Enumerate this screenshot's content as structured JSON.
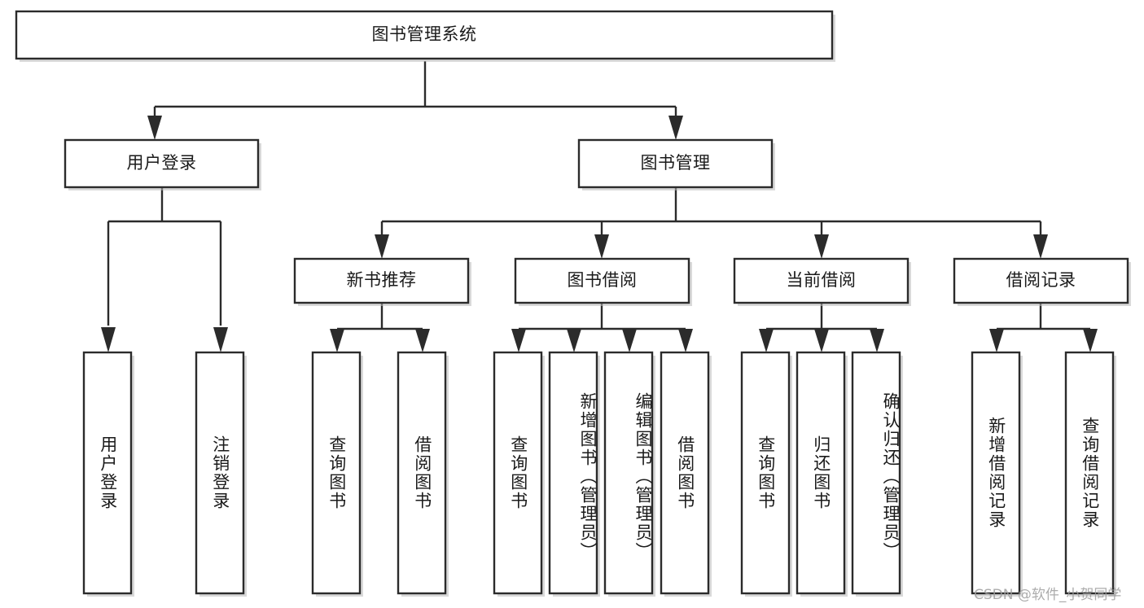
{
  "diagram": {
    "title": "图书管理系统",
    "type": "functional-structure-tree",
    "orientation": "top-down",
    "background_color": "#ffffff",
    "box_border_color": "#2b2b2b",
    "text_color": "#1a1a1a"
  },
  "nodes": {
    "root": {
      "label": "图书管理系统",
      "level": 0
    },
    "level1": [
      {
        "id": "user-login",
        "label": "用户登录"
      },
      {
        "id": "book-management",
        "label": "图书管理"
      }
    ],
    "level2": [
      {
        "id": "new-book-recommend",
        "label": "新书推荐"
      },
      {
        "id": "book-borrow",
        "label": "图书借阅"
      },
      {
        "id": "current-borrow",
        "label": "当前借阅"
      },
      {
        "id": "borrow-record",
        "label": "借阅记录"
      }
    ],
    "leaves": {
      "user-login": [
        {
          "id": "leaf-user-login",
          "label": "用户登录"
        },
        {
          "id": "leaf-logout-login",
          "label": "注销登录"
        }
      ],
      "new-book-recommend": [
        {
          "id": "leaf-query-book-1",
          "label": "查询图书"
        },
        {
          "id": "leaf-borrow-book-1",
          "label": "借阅图书"
        }
      ],
      "book-borrow": [
        {
          "id": "leaf-query-book-2",
          "label": "查询图书"
        },
        {
          "id": "leaf-add-book-admin",
          "label": "新增图书（管理员）"
        },
        {
          "id": "leaf-edit-book-admin",
          "label": "编辑图书（管理员）"
        },
        {
          "id": "leaf-borrow-book-2",
          "label": "借阅图书"
        }
      ],
      "current-borrow": [
        {
          "id": "leaf-query-book-3",
          "label": "查询图书"
        },
        {
          "id": "leaf-return-book",
          "label": "归还图书"
        },
        {
          "id": "leaf-confirm-return-admin",
          "label": "确认归还（管理员）"
        }
      ],
      "borrow-record": [
        {
          "id": "leaf-add-borrow-record",
          "label": "新增借阅记录"
        },
        {
          "id": "leaf-query-borrow-record",
          "label": "查询借阅记录"
        }
      ]
    }
  },
  "watermark": {
    "text": "CSDN @软件_小贺同学"
  }
}
